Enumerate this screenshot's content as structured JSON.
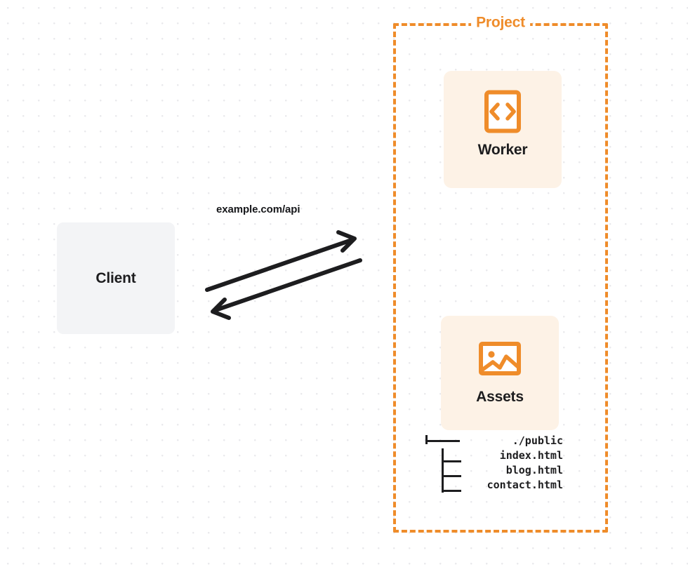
{
  "diagram": {
    "title": "Project",
    "background": "#ffffff",
    "accent_color": "#ef8c2a",
    "text_color": "#1d1d1f"
  },
  "client": {
    "label": "Client",
    "background": "#f3f4f6"
  },
  "connection": {
    "label": "example.com/api",
    "direction": "bidirectional",
    "stroke_color": "#1d1d1f"
  },
  "project": {
    "title": "Project",
    "border_color": "#ef8c2a",
    "cards": [
      {
        "id": "worker",
        "label": "Worker",
        "icon": "code-brackets-icon",
        "background": "#fdf2e6",
        "icon_color": "#ef8c2a"
      },
      {
        "id": "assets",
        "label": "Assets",
        "icon": "image-picture-icon",
        "background": "#fdf2e6",
        "icon_color": "#ef8c2a"
      }
    ],
    "file_tree": [
      {
        "glyph": "branch",
        "name": "./public"
      },
      {
        "glyph": "child",
        "name": "index.html"
      },
      {
        "glyph": "child",
        "name": "blog.html"
      },
      {
        "glyph": "child",
        "name": "contact.html"
      }
    ]
  }
}
